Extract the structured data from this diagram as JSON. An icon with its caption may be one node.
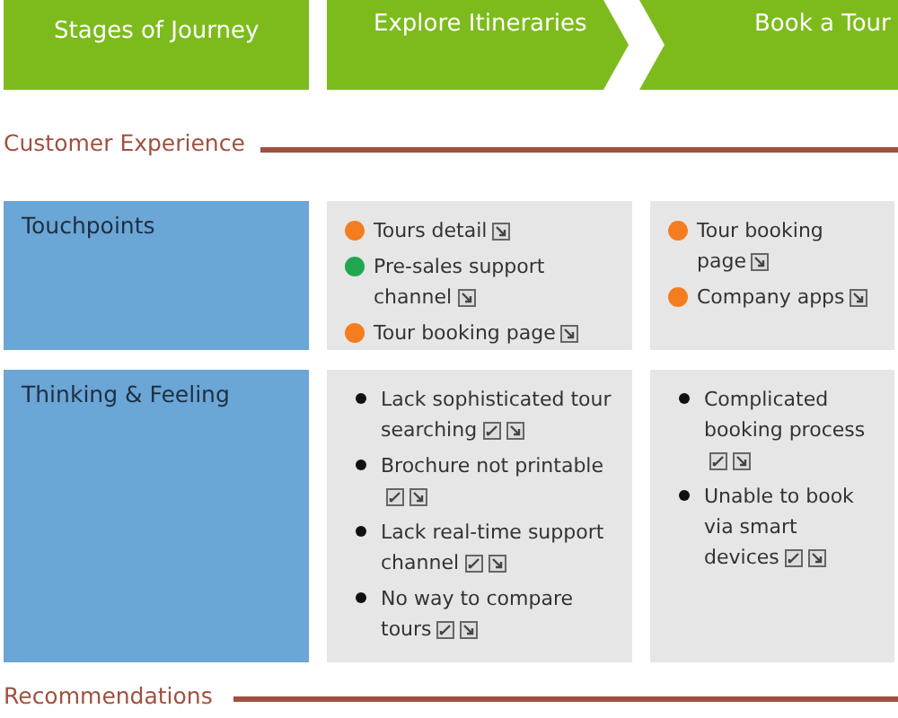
{
  "diagram": {
    "nodes": [
      {
        "text": [
          "Stages of Journey"
        ]
      },
      {
        "text": [
          "Explore Itineraries"
        ]
      },
      {
        "text": [
          "Book a Tour"
        ]
      },
      {
        "text": [
          "Touchpoints"
        ]
      },
      {
        "text": [
          "Tours detail",
          "Pre-sales support channel",
          "Tour booking page"
        ]
      },
      {
        "text": [
          "Tour booking page",
          "Company apps"
        ]
      },
      {
        "text": [
          "Thinking & Feeling"
        ]
      },
      {
        "text": [
          "Lack sophisticated tour searching",
          "Brochure not printable",
          "Lack real-time support channel",
          "No way to compare tours"
        ]
      },
      {
        "text": [
          "Complicated booking process",
          "Unable to book via smart devices"
        ]
      }
    ],
    "edges": [],
    "labels": [
      "Customer Experience",
      "Recommendations"
    ]
  }
}
